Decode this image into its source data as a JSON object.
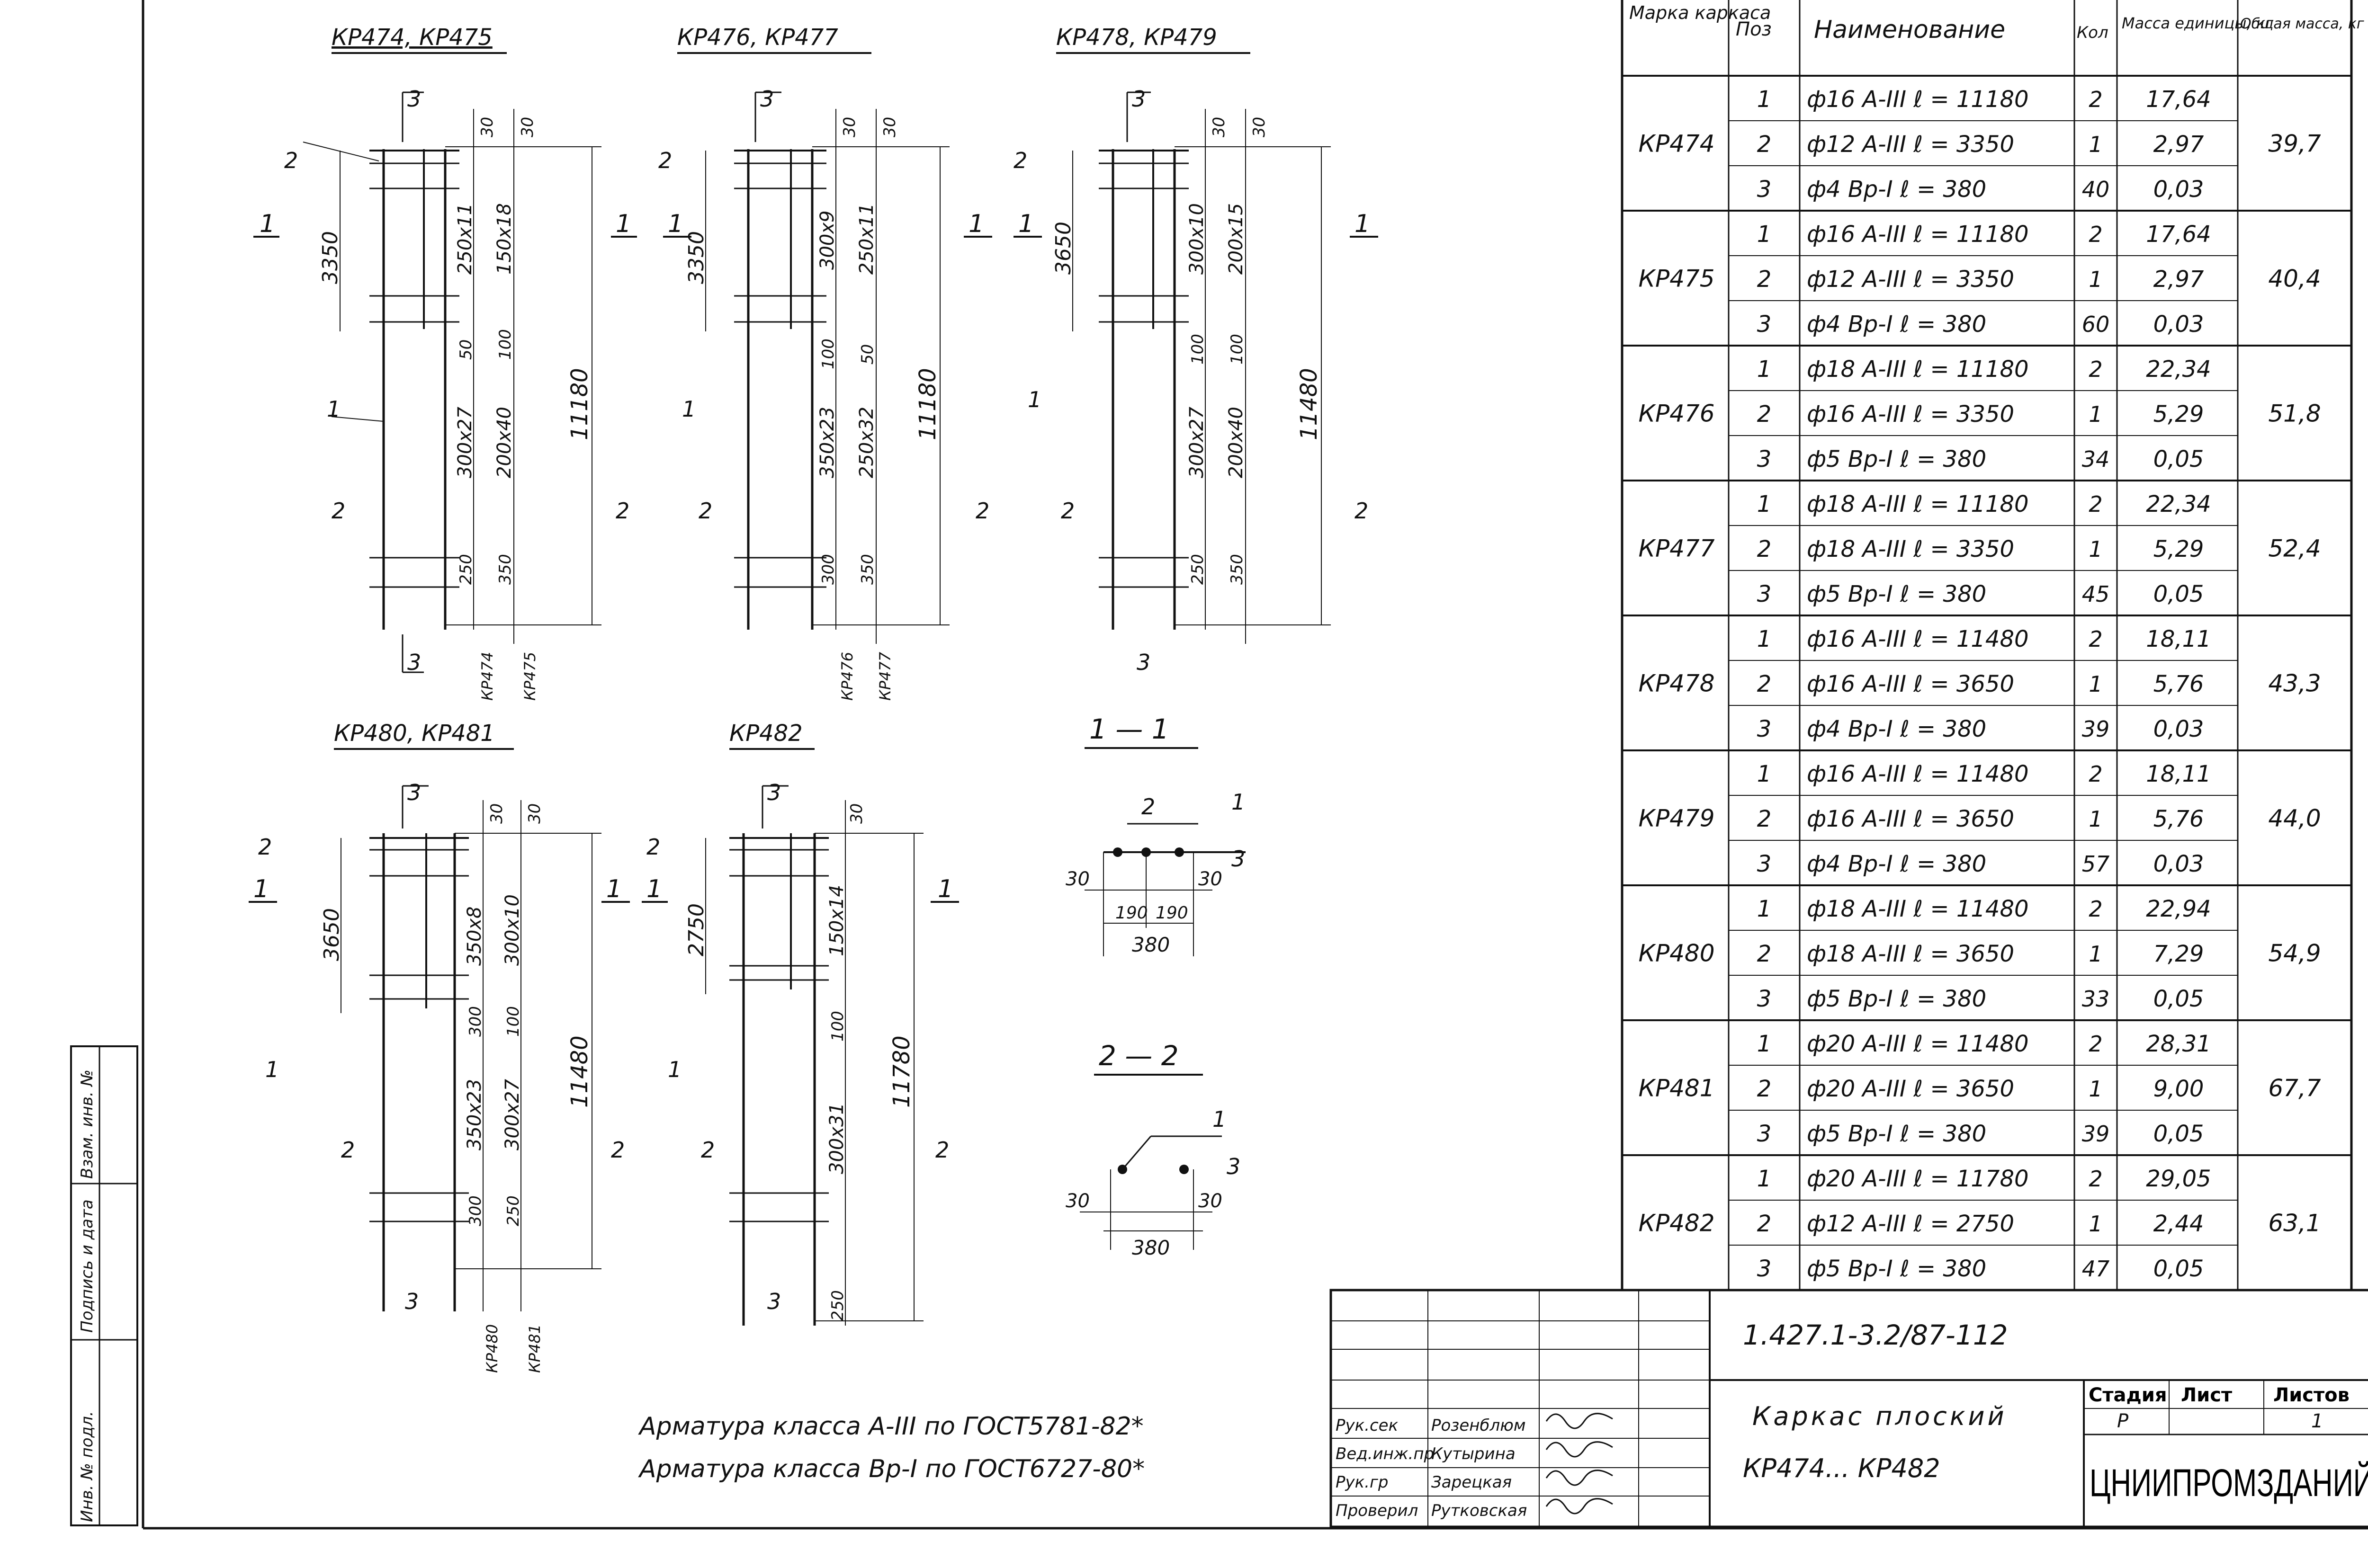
{
  "drawing_views": [
    {
      "title": "КР474, КР475",
      "labels": [
        "3350",
        "250х11",
        "150х18",
        "300х27",
        "200х40",
        "50",
        "100",
        "250",
        "350",
        "30",
        "30",
        "11180",
        "КР474",
        "КР475",
        "1",
        "2",
        "3",
        "1",
        "2",
        "3"
      ]
    },
    {
      "title": "КР476, КР477",
      "labels": [
        "3350",
        "300х9",
        "250х11",
        "350х23",
        "250х32",
        "100",
        "50",
        "300",
        "350",
        "30",
        "30",
        "11180",
        "КР476",
        "КР477",
        "1",
        "2",
        "3",
        "1",
        "2",
        "3"
      ]
    },
    {
      "title": "КР478, КР479",
      "labels": [
        "3650",
        "300х10",
        "200х15",
        "300х27",
        "200х40",
        "100",
        "100",
        "250",
        "350",
        "30",
        "30",
        "11480",
        "1",
        "2",
        "3",
        "1",
        "2",
        "3"
      ]
    },
    {
      "title": "КР480, КР481",
      "labels": [
        "3650",
        "350х8",
        "300х10",
        "350х23",
        "300х27",
        "300",
        "100",
        "300",
        "250",
        "30",
        "30",
        "11480",
        "КР480",
        "КР481",
        "1",
        "2",
        "3",
        "1",
        "2",
        "3"
      ]
    },
    {
      "title": "КР482",
      "labels": [
        "2750",
        "150х14",
        "300х31",
        "100",
        "250",
        "30",
        "11780",
        "1",
        "2",
        "3",
        "1",
        "2",
        "3"
      ]
    }
  ],
  "sections": {
    "s1": {
      "title": "1 — 1",
      "dims": [
        "30",
        "190",
        "190",
        "30",
        "380"
      ],
      "marks": [
        "2",
        "1",
        "3"
      ]
    },
    "s2": {
      "title": "2 — 2",
      "dims": [
        "30",
        "30",
        "380"
      ],
      "marks": [
        "1",
        "3"
      ]
    }
  },
  "spec_table": {
    "headers": [
      "Марка каркаса",
      "Поз",
      "Наименование",
      "Кол",
      "Масса единицы, кг",
      "Общая масса, кг"
    ],
    "groups": [
      {
        "mark": "КР474",
        "total": "39,7",
        "rows": [
          {
            "pos": "1",
            "name": "ф16 А-III ℓ = 11180",
            "qty": "2",
            "mass": "17,64"
          },
          {
            "pos": "2",
            "name": "ф12 А-III ℓ = 3350",
            "qty": "1",
            "mass": "2,97"
          },
          {
            "pos": "3",
            "name": "ф4 Вр-I ℓ = 380",
            "qty": "40",
            "mass": "0,03"
          }
        ]
      },
      {
        "mark": "КР475",
        "total": "40,4",
        "rows": [
          {
            "pos": "1",
            "name": "ф16 А-III ℓ = 11180",
            "qty": "2",
            "mass": "17,64"
          },
          {
            "pos": "2",
            "name": "ф12 А-III ℓ = 3350",
            "qty": "1",
            "mass": "2,97"
          },
          {
            "pos": "3",
            "name": "ф4 Вр-I ℓ = 380",
            "qty": "60",
            "mass": "0,03"
          }
        ]
      },
      {
        "mark": "КР476",
        "total": "51,8",
        "rows": [
          {
            "pos": "1",
            "name": "ф18 А-III ℓ = 11180",
            "qty": "2",
            "mass": "22,34"
          },
          {
            "pos": "2",
            "name": "ф16 А-III ℓ = 3350",
            "qty": "1",
            "mass": "5,29"
          },
          {
            "pos": "3",
            "name": "ф5 Вр-I ℓ = 380",
            "qty": "34",
            "mass": "0,05"
          }
        ]
      },
      {
        "mark": "КР477",
        "total": "52,4",
        "rows": [
          {
            "pos": "1",
            "name": "ф18 А-III ℓ = 11180",
            "qty": "2",
            "mass": "22,34"
          },
          {
            "pos": "2",
            "name": "ф18 А-III ℓ = 3350",
            "qty": "1",
            "mass": "5,29"
          },
          {
            "pos": "3",
            "name": "ф5 Вр-I ℓ = 380",
            "qty": "45",
            "mass": "0,05"
          }
        ]
      },
      {
        "mark": "КР478",
        "total": "43,3",
        "rows": [
          {
            "pos": "1",
            "name": "ф16 А-III ℓ = 11480",
            "qty": "2",
            "mass": "18,11"
          },
          {
            "pos": "2",
            "name": "ф16 А-III ℓ = 3650",
            "qty": "1",
            "mass": "5,76"
          },
          {
            "pos": "3",
            "name": "ф4 Вр-I ℓ = 380",
            "qty": "39",
            "mass": "0,03"
          }
        ]
      },
      {
        "mark": "КР479",
        "total": "44,0",
        "rows": [
          {
            "pos": "1",
            "name": "ф16 А-III ℓ = 11480",
            "qty": "2",
            "mass": "18,11"
          },
          {
            "pos": "2",
            "name": "ф16 А-III ℓ = 3650",
            "qty": "1",
            "mass": "5,76"
          },
          {
            "pos": "3",
            "name": "ф4 Вр-I ℓ = 380",
            "qty": "57",
            "mass": "0,03"
          }
        ]
      },
      {
        "mark": "КР480",
        "total": "54,9",
        "rows": [
          {
            "pos": "1",
            "name": "ф18 А-III ℓ = 11480",
            "qty": "2",
            "mass": "22,94"
          },
          {
            "pos": "2",
            "name": "ф18 А-III ℓ = 3650",
            "qty": "1",
            "mass": "7,29"
          },
          {
            "pos": "3",
            "name": "ф5 Вр-I ℓ = 380",
            "qty": "33",
            "mass": "0,05"
          }
        ]
      },
      {
        "mark": "КР481",
        "total": "67,7",
        "rows": [
          {
            "pos": "1",
            "name": "ф20 А-III ℓ = 11480",
            "qty": "2",
            "mass": "28,31"
          },
          {
            "pos": "2",
            "name": "ф20 А-III ℓ = 3650",
            "qty": "1",
            "mass": "9,00"
          },
          {
            "pos": "3",
            "name": "ф5 Вр-I ℓ = 380",
            "qty": "39",
            "mass": "0,05"
          }
        ]
      },
      {
        "mark": "КР482",
        "total": "63,1",
        "rows": [
          {
            "pos": "1",
            "name": "ф20 А-III ℓ = 11780",
            "qty": "2",
            "mass": "29,05"
          },
          {
            "pos": "2",
            "name": "ф12 А-III ℓ = 2750",
            "qty": "1",
            "mass": "2,44"
          },
          {
            "pos": "3",
            "name": "ф5 Вр-I ℓ = 380",
            "qty": "47",
            "mass": "0,05"
          }
        ]
      }
    ]
  },
  "notes": [
    "Арматура класса А-III по ГОСТ5781-82*",
    "Арматура класса Вр-I по ГОСТ6727-80*"
  ],
  "title_block": {
    "doc_code": "1.427.1-3.2/87-112",
    "title_line1": "Каркас плоский",
    "title_line2": "КР474... КР482",
    "stage_label": "Стадия",
    "sheet_label": "Лист",
    "sheets_label": "Листов",
    "stage": "Р",
    "sheets": "1",
    "org": "ЦНИИПРОМЗДАНИЙ",
    "roles": [
      {
        "role": "Рук.сек",
        "name": "Розенблюм"
      },
      {
        "role": "Вед.инж.пр",
        "name": "Кутырина"
      },
      {
        "role": "Рук.гр",
        "name": "Зарецкая"
      },
      {
        "role": "Проверил",
        "name": "Рутковская"
      }
    ]
  },
  "side_stamp": [
    "Инв. № подл.",
    "Подпись и дата",
    "Взам. инв. №"
  ]
}
